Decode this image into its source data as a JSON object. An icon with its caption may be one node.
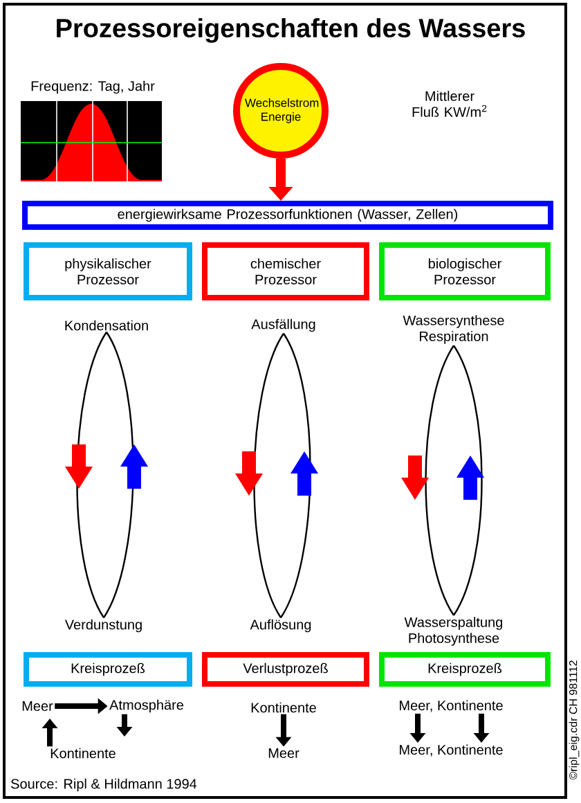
{
  "diagram": {
    "title": "Prozessoreigenschaften des Wassers",
    "nodes": [
      {
        "text": [
          "Wechselstrom Energie"
        ]
      },
      {
        "text": [
          "energiewirksame Prozessorfunktionen (Wasser, Zellen)"
        ]
      },
      {
        "text": [
          "physikalischer Prozessor"
        ]
      },
      {
        "text": [
          "chemischer Prozessor"
        ]
      },
      {
        "text": [
          "biologischer Prozessor"
        ]
      },
      {
        "text": [
          "Kondensation"
        ]
      },
      {
        "text": [
          "Verdunstung"
        ]
      },
      {
        "text": [
          "Ausfällung"
        ]
      },
      {
        "text": [
          "Auflösung"
        ]
      },
      {
        "text": [
          "Wassersynthese Respiration"
        ]
      },
      {
        "text": [
          "Wasserspaltung Photosynthese"
        ]
      },
      {
        "text": [
          "Kreisprozeß"
        ]
      },
      {
        "text": [
          "Verlustprozeß"
        ]
      },
      {
        "text": [
          "Kreisprozeß"
        ]
      },
      {
        "text": [
          "Meer"
        ]
      },
      {
        "text": [
          "Atmosphäre"
        ]
      },
      {
        "text": [
          "Kontinente"
        ]
      },
      {
        "text": [
          "Kontinente"
        ]
      },
      {
        "text": [
          "Meer"
        ]
      },
      {
        "text": [
          "Meer, Kontinente"
        ]
      },
      {
        "text": [
          "Meer, Kontinente"
        ]
      }
    ],
    "edges": [
      {
        "from": 0,
        "to": 1,
        "arrow": "to",
        "color": "#ff0000"
      },
      {
        "from": 5,
        "to": 6,
        "arrow": "none"
      },
      {
        "from": 6,
        "to": 5,
        "arrow": "none"
      },
      {
        "from": 7,
        "to": 8,
        "arrow": "none"
      },
      {
        "from": 8,
        "to": 7,
        "arrow": "none"
      },
      {
        "from": 9,
        "to": 10,
        "arrow": "none"
      },
      {
        "from": 10,
        "to": 9,
        "arrow": "none"
      },
      {
        "from": 14,
        "to": 15,
        "arrow": "to"
      },
      {
        "from": 16,
        "to": 14,
        "arrow": "to"
      },
      {
        "from": 15,
        "to": 16,
        "arrow": "to"
      },
      {
        "from": 17,
        "to": 18,
        "arrow": "to"
      },
      {
        "from": 19,
        "to": 20,
        "arrow": "to"
      },
      {
        "from": 19,
        "to": 20,
        "arrow": "to"
      }
    ],
    "labels": [
      "Frequenz: Tag, Jahr",
      "Mittlerer Fluß KW/m$^{2}$",
      "Source: Ripl & Hildmann 1994",
      "©ripl_eig.cdr CH 981112"
    ]
  }
}
